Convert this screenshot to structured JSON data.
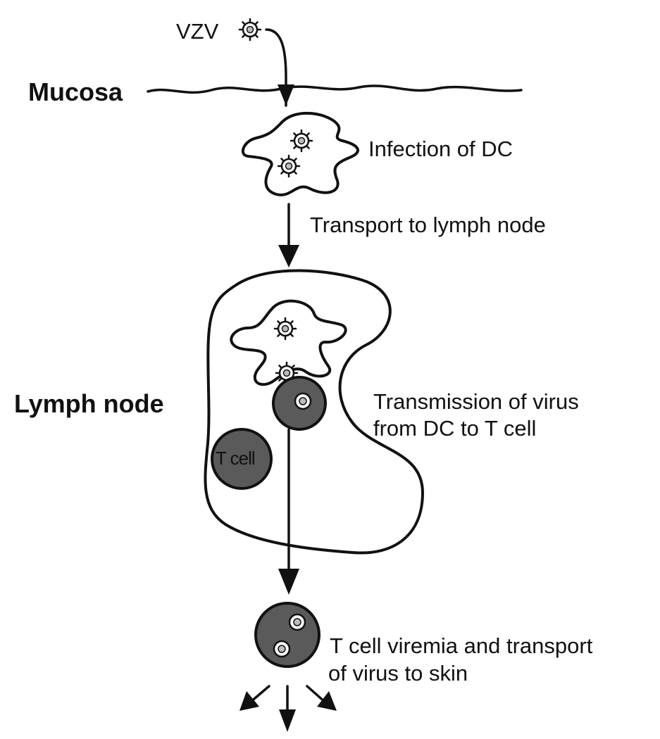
{
  "labels": {
    "vzv": "VZV",
    "mucosa": "Mucosa",
    "infection_of_dc": "Infection of DC",
    "transport_to_lymph_node": "Transport to lymph node",
    "lymph_node": "Lymph node",
    "transmission_line1": "Transmission of virus",
    "transmission_line2": "from DC to T cell",
    "t_cell": "T cell",
    "viremia_line1": "T cell viremia and transport",
    "viremia_line2": "of virus to skin"
  },
  "colors": {
    "t_cell_fill": "#5a5a5a",
    "stroke": "#111111",
    "background": "#ffffff"
  }
}
